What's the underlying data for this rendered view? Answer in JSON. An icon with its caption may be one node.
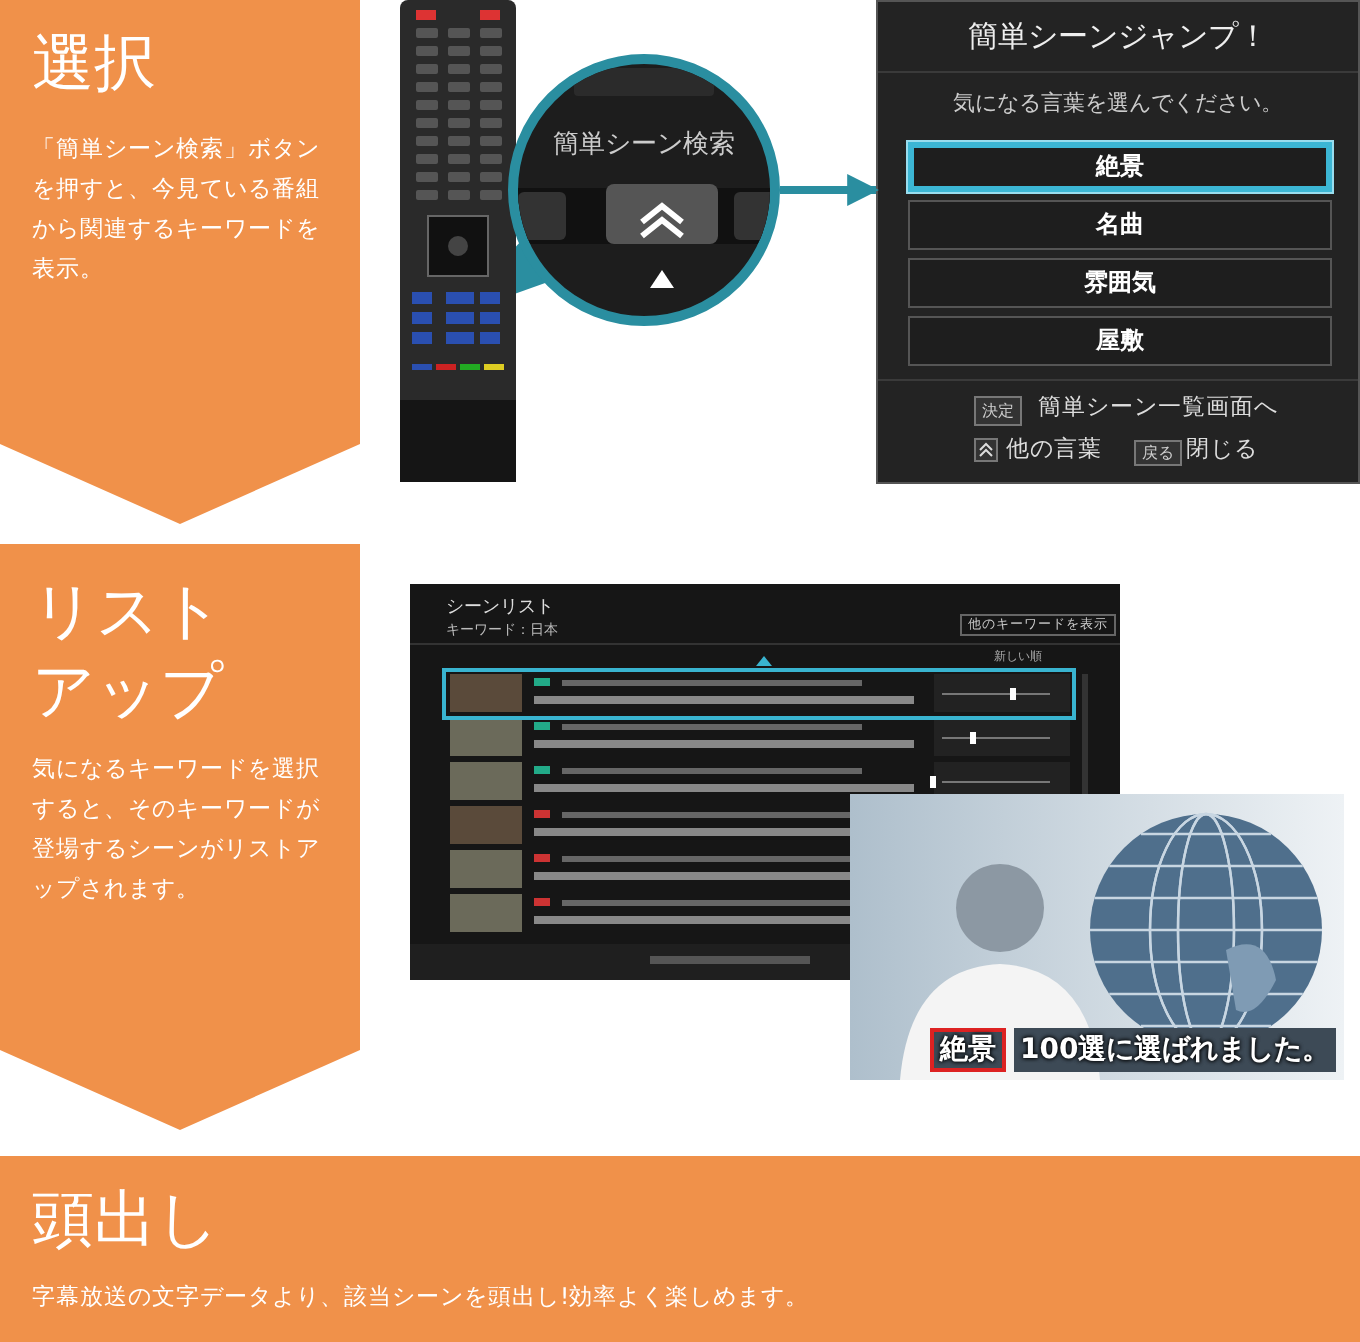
{
  "diagram": {
    "nodes": [
      {
        "text": [
          "選択",
          "「簡単シーン検索」ボタンを押すと、今見ている番組から関連するキーワードを表示。"
        ]
      },
      {
        "text": [],
        "shape": "picture"
      },
      {
        "text": [
          "簡単シーン検索"
        ]
      },
      {
        "text": [
          "簡単シーンジャンプ！",
          "気になる言葉を選んでください。",
          "決定",
          "簡単シーン一覧画面へ",
          "他の言葉",
          "戻る",
          "閉じる"
        ]
      },
      {
        "text": [
          "絶景"
        ],
        "in": 3
      },
      {
        "text": [
          "名曲"
        ],
        "in": 3
      },
      {
        "text": [
          "雰囲気"
        ],
        "in": 3
      },
      {
        "text": [
          "屋敷"
        ],
        "in": 3
      },
      {
        "text": [
          "リストアップ",
          "気になるキーワードを選択すると、そのキーワードが登場するシーンがリストアップされます。"
        ]
      },
      {
        "text": [
          "シーンリスト",
          "キーワード：日本",
          "他のキーワードを表示",
          "新しい順"
        ]
      },
      {
        "text": [
          "100選に選ばれました。"
        ]
      },
      {
        "text": [
          "絶景"
        ],
        "in": 10
      },
      {
        "text": [
          "頭出し",
          "字幕放送の文字データより、該当シーンを頭出し!効率よく楽しめます。"
        ]
      }
    ],
    "edges": [
      {
        "from": 2,
        "to": 3,
        "arrow": "to"
      }
    ]
  }
}
